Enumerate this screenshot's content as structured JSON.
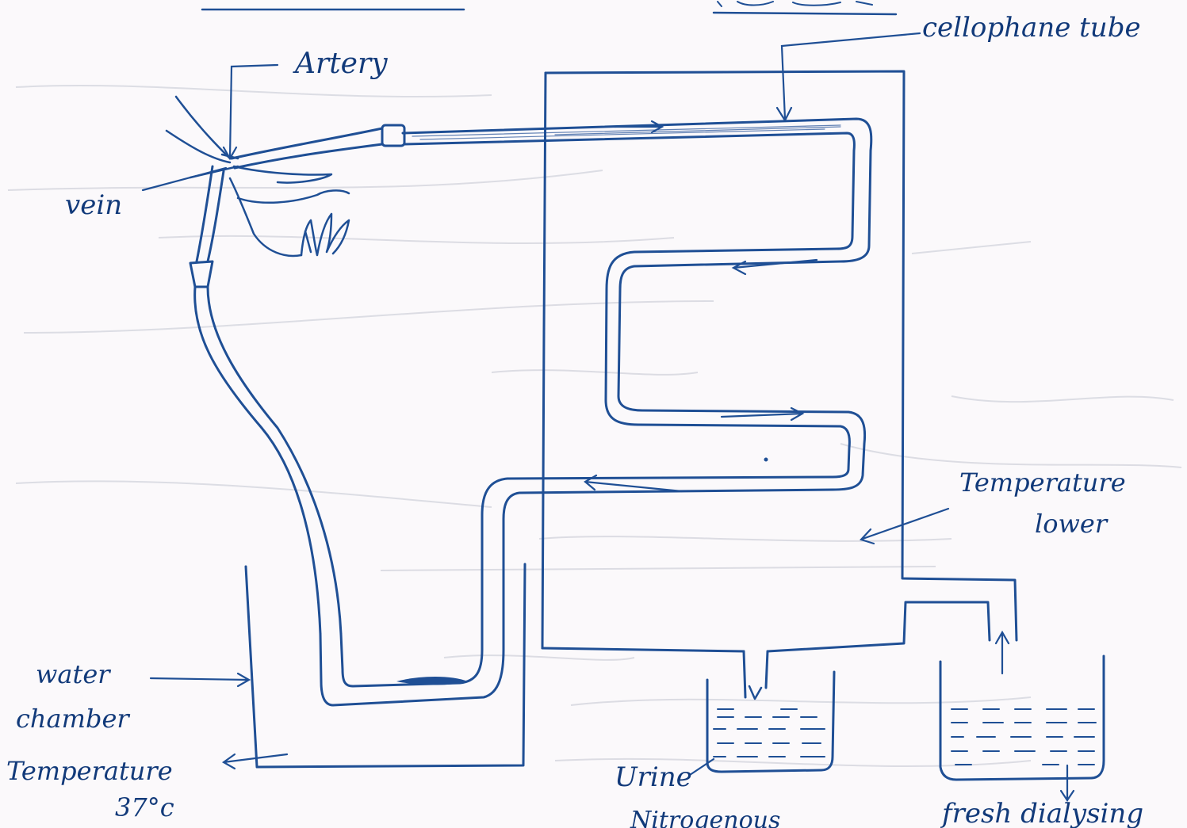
{
  "labels": {
    "cellophane_tube": "cellophane tube",
    "artery": "Artery",
    "vein": "vein",
    "temperature_lower_1": "Temperature",
    "temperature_lower_2": "lower",
    "water_chamber_1": "water",
    "water_chamber_2": "chamber",
    "temperature_37_1": "Temperature",
    "temperature_37_2": "37°c",
    "urine": "Urine",
    "fresh_dialysing": "fresh dialysing",
    "nitrogenous": "Nitrogenous"
  },
  "colors": {
    "ink": "#1f4f95",
    "paper": "#fbf9fb",
    "show_through": "#c9cbd3"
  }
}
